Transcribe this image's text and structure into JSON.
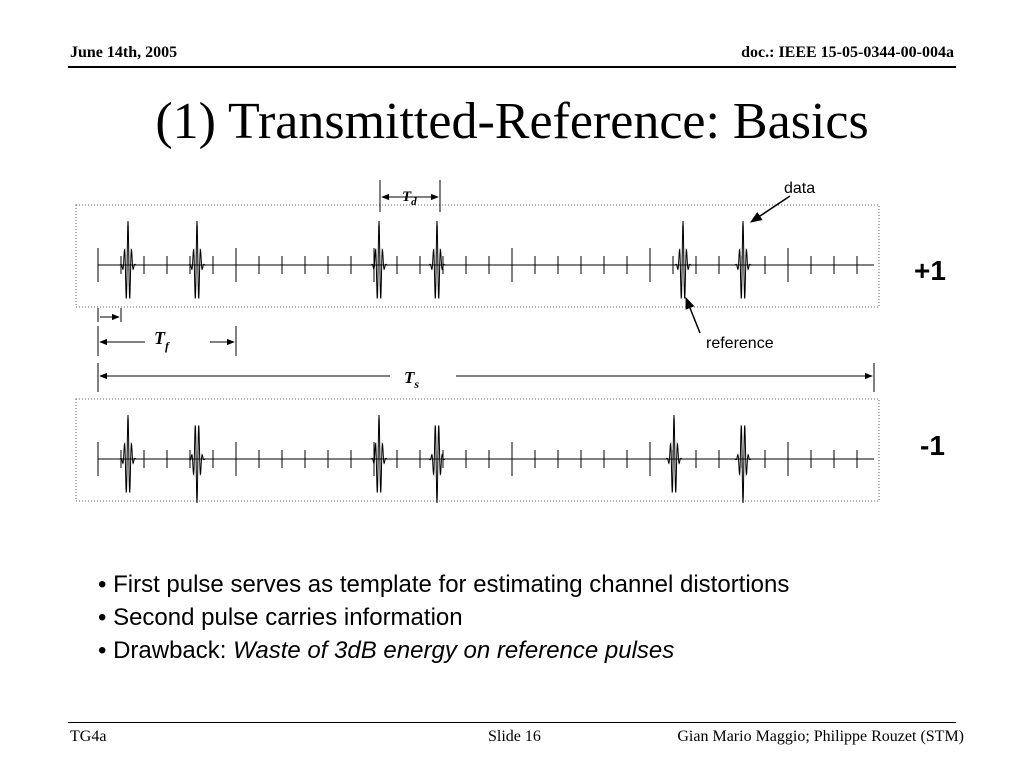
{
  "header": {
    "date": "June 14th, 2005",
    "doc": "doc.: IEEE 15-05-0344-00-004a"
  },
  "title": "(1)  Transmitted-Reference: Basics",
  "diagram": {
    "td_label": {
      "main": "T",
      "sub": "d"
    },
    "tf_label": {
      "main": "T",
      "sub": "f"
    },
    "ts_label": {
      "main": "T",
      "sub": "s"
    },
    "data_label": "data",
    "reference_label": "reference",
    "plus_one": "+1",
    "minus_one": "-1"
  },
  "bullets": [
    {
      "bullet": "• ",
      "text": "First pulse serves as template for estimating channel distortions"
    },
    {
      "bullet": "• ",
      "text": "Second pulse carries information"
    },
    {
      "bullet": "• ",
      "text": "Drawback: ",
      "italic": "Waste of 3dB energy on reference pulses"
    }
  ],
  "footer": {
    "left": "TG4a",
    "center": "Slide 16",
    "right": "Gian Mario Maggio; Philippe Rouzet (STM)"
  }
}
